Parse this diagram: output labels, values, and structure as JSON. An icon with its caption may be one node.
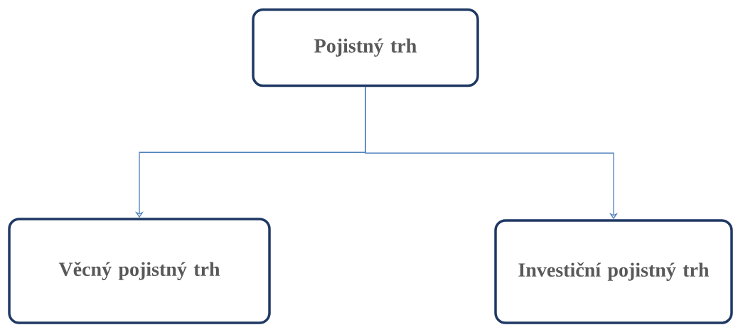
{
  "diagram": {
    "nodes": [
      {
        "text": [
          "Pojistný trh"
        ]
      },
      {
        "text": [
          "Věcný pojistný trh"
        ]
      },
      {
        "text": [
          "Investiční pojistný trh"
        ]
      }
    ],
    "edges": [
      {
        "from": 0,
        "to": 1,
        "arrow": "to"
      },
      {
        "from": 0,
        "to": 2,
        "arrow": "to"
      }
    ]
  }
}
